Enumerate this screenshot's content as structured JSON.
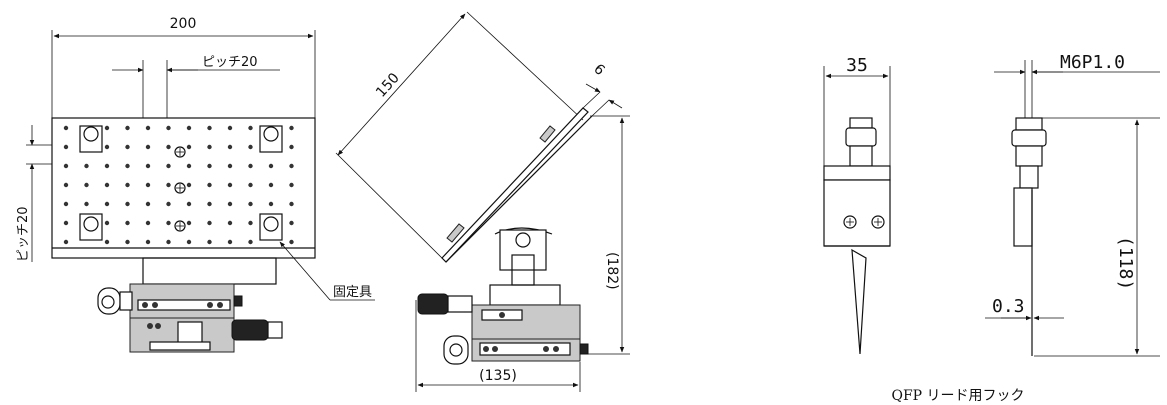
{
  "labels": {
    "width_200": "200",
    "pitch_h": "ピッチ20",
    "pitch_v": "ピッチ20",
    "fixture": "固定具",
    "dim_150": "150",
    "dim_6": "6",
    "dim_182": "(182)",
    "dim_135": "(135)",
    "dim_35": "35",
    "thread": "M6P1.0",
    "dim_118": "(118)",
    "dim_03": "0.3",
    "caption": "QFP リード用フック"
  }
}
